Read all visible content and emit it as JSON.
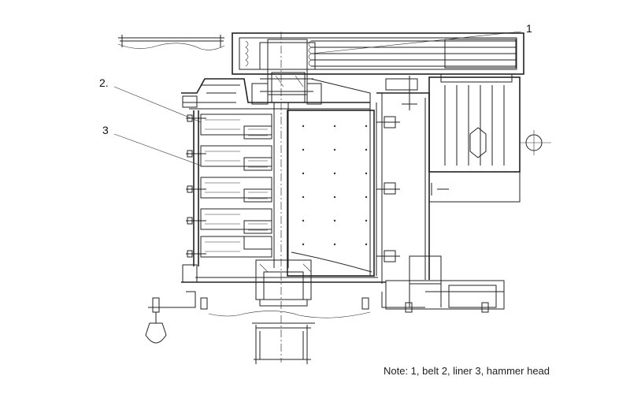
{
  "callouts": [
    {
      "id": "1",
      "label": "1"
    },
    {
      "id": "2",
      "label": "2."
    },
    {
      "id": "3",
      "label": "3"
    }
  ],
  "note": "Note: 1, belt 2, liner 3, hammer head"
}
